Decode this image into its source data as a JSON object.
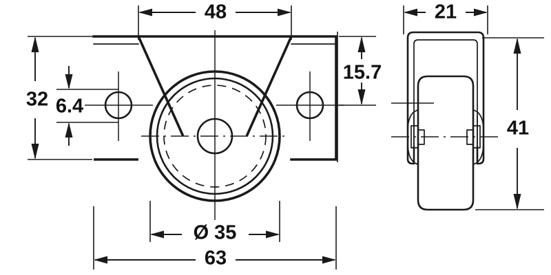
{
  "drawing": {
    "title": "Castor Technical Drawing",
    "type": "engineering-dimension-drawing",
    "units": "mm",
    "line_color": "#1a1a1a",
    "background_color": "#ffffff",
    "views": [
      {
        "name": "front-view",
        "label": ""
      },
      {
        "name": "side-view",
        "label": ""
      }
    ]
  },
  "dimensions": {
    "plate_width_top": "48",
    "plate_height": "32",
    "hole_offset": "6.4",
    "plate_to_axle": "15.7",
    "wheel_diameter": "Ø 35",
    "overall_width": "63",
    "side_depth": "21",
    "overall_height": "41"
  }
}
